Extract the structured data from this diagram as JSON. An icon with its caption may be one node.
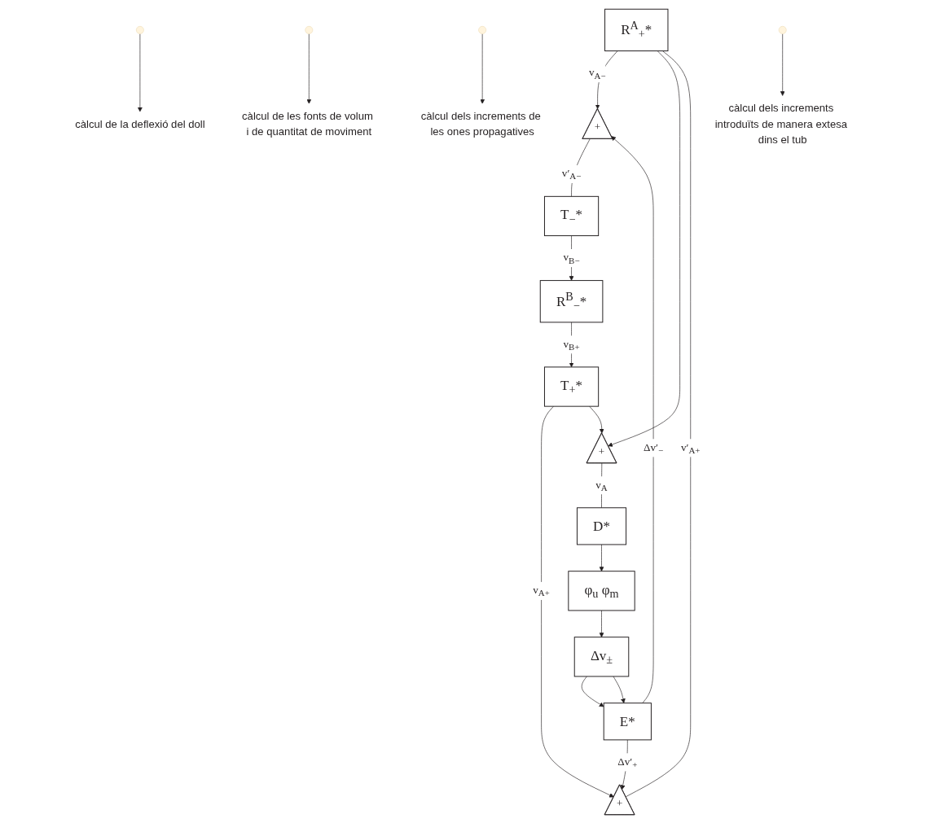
{
  "diagram": {
    "nodes": [
      {
        "text": [
          "R$^{A}$$_{+}$*"
        ]
      },
      {
        "text": [
          "+"
        ]
      },
      {
        "text": [
          "T$_{−}$*"
        ]
      },
      {
        "text": [
          "R$^{B}$$_{−}$*"
        ]
      },
      {
        "text": [
          "T$_{+}$*"
        ]
      },
      {
        "text": [
          "+"
        ]
      },
      {
        "text": [
          "+"
        ]
      },
      {
        "text": [
          "D*"
        ]
      },
      {
        "text": [
          "φ$_{u}$ φ$_{m}$"
        ]
      },
      {
        "text": [
          "Δv$_{±}$"
        ]
      },
      {
        "text": [
          "E*"
        ]
      },
      {
        "text": [
          "càlcul de la deflexió del doll"
        ]
      },
      {
        "text": [
          "càlcul de les fonts de volum i de quantitat de moviment"
        ]
      },
      {
        "text": [
          "càlcul dels increments de les ones propagatives"
        ]
      },
      {
        "text": [
          "càlcul dels increments introduïts de manera extesa dins el tub"
        ]
      }
    ],
    "edges": [
      {
        "from": 0,
        "to": 1,
        "label": "v$_{A−}$",
        "arrow": "to"
      },
      {
        "from": 0,
        "to": 6,
        "arrow": "to"
      },
      {
        "from": 1,
        "to": 2,
        "label": "v′$_{A−}$",
        "arrow": "none"
      },
      {
        "from": 2,
        "to": 3,
        "label": "v$_{B−}$",
        "arrow": "to"
      },
      {
        "from": 3,
        "to": 4,
        "label": "v$_{B+}$",
        "arrow": "to"
      },
      {
        "from": 4,
        "to": 5,
        "label": "v$_{A+}$",
        "arrow": "to"
      },
      {
        "from": 4,
        "to": 6,
        "arrow": "to"
      },
      {
        "from": 5,
        "to": 0,
        "label": "v′$_{A+}$",
        "arrow": "none"
      },
      {
        "from": 6,
        "to": 7,
        "label": "v$_{A}$",
        "arrow": "none"
      },
      {
        "from": 7,
        "to": 8,
        "arrow": "to"
      },
      {
        "from": 8,
        "to": 9,
        "arrow": "to"
      },
      {
        "from": 9,
        "to": 10,
        "arrow": "to"
      },
      {
        "from": 9,
        "to": 10,
        "arrow": "to"
      },
      {
        "from": 10,
        "to": 5,
        "label": "Δv′$_{+}$",
        "arrow": "to"
      },
      {
        "from": 10,
        "to": 1,
        "label": "Δv′$_{−}$",
        "arrow": "to"
      },
      {
        "from": null,
        "to": 11,
        "arrow": "to"
      },
      {
        "from": null,
        "to": 12,
        "arrow": "to"
      },
      {
        "from": null,
        "to": 13,
        "arrow": "to"
      },
      {
        "from": null,
        "to": 14,
        "arrow": "to"
      }
    ]
  }
}
